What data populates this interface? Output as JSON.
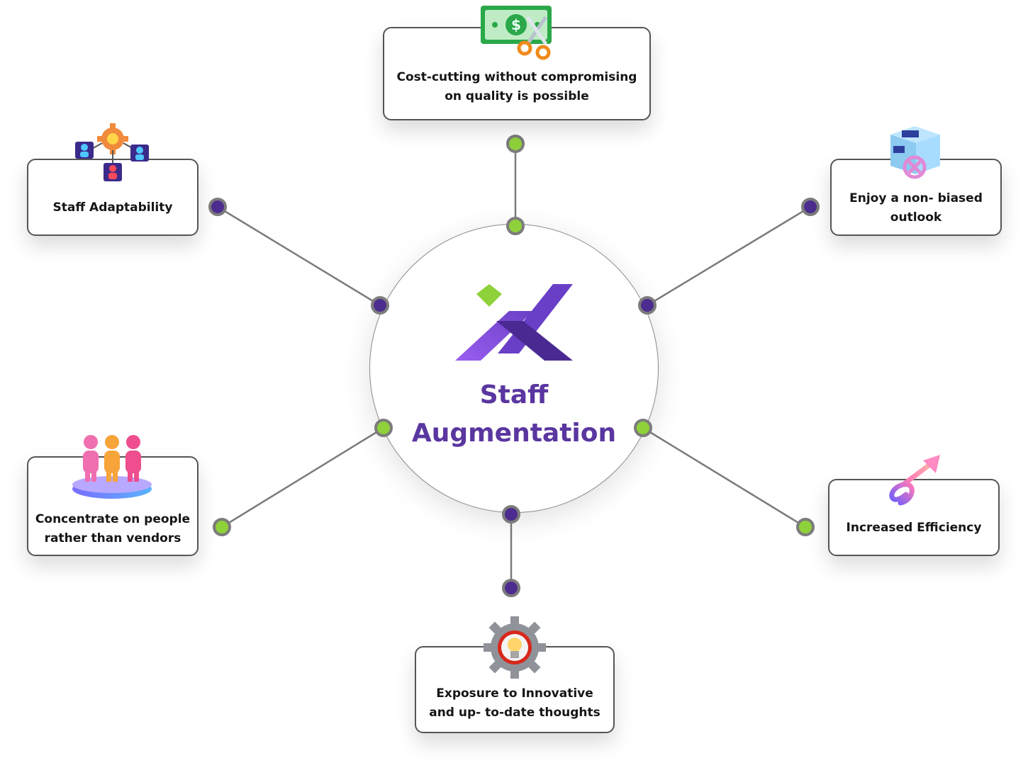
{
  "center": {
    "title_line1": "Staff",
    "title_line2": "Augmentation"
  },
  "colors": {
    "brand_purple": "#5a36a0",
    "accent_green": "#8fd13a",
    "connector_gray": "#7c7c7c"
  },
  "benefits": [
    {
      "id": "cost",
      "line1": "Cost-cutting without compromising",
      "line2": "on quality is possible",
      "icon": "money-scissors-icon"
    },
    {
      "id": "adapt",
      "line1": "Staff Adaptability",
      "line2": "",
      "icon": "team-gear-icon"
    },
    {
      "id": "unbiased",
      "line1": "Enjoy a non- biased",
      "line2": "outlook",
      "icon": "box-no-bias-icon"
    },
    {
      "id": "people",
      "line1": "Concentrate on people",
      "line2": "rather than vendors",
      "icon": "people-group-icon"
    },
    {
      "id": "efficiency",
      "line1": "Increased Efficiency",
      "line2": "",
      "icon": "growth-arrow-icon"
    },
    {
      "id": "innovation",
      "line1": "Exposure to Innovative",
      "line2": "and up- to-date thoughts",
      "icon": "gear-bulb-icon"
    }
  ]
}
